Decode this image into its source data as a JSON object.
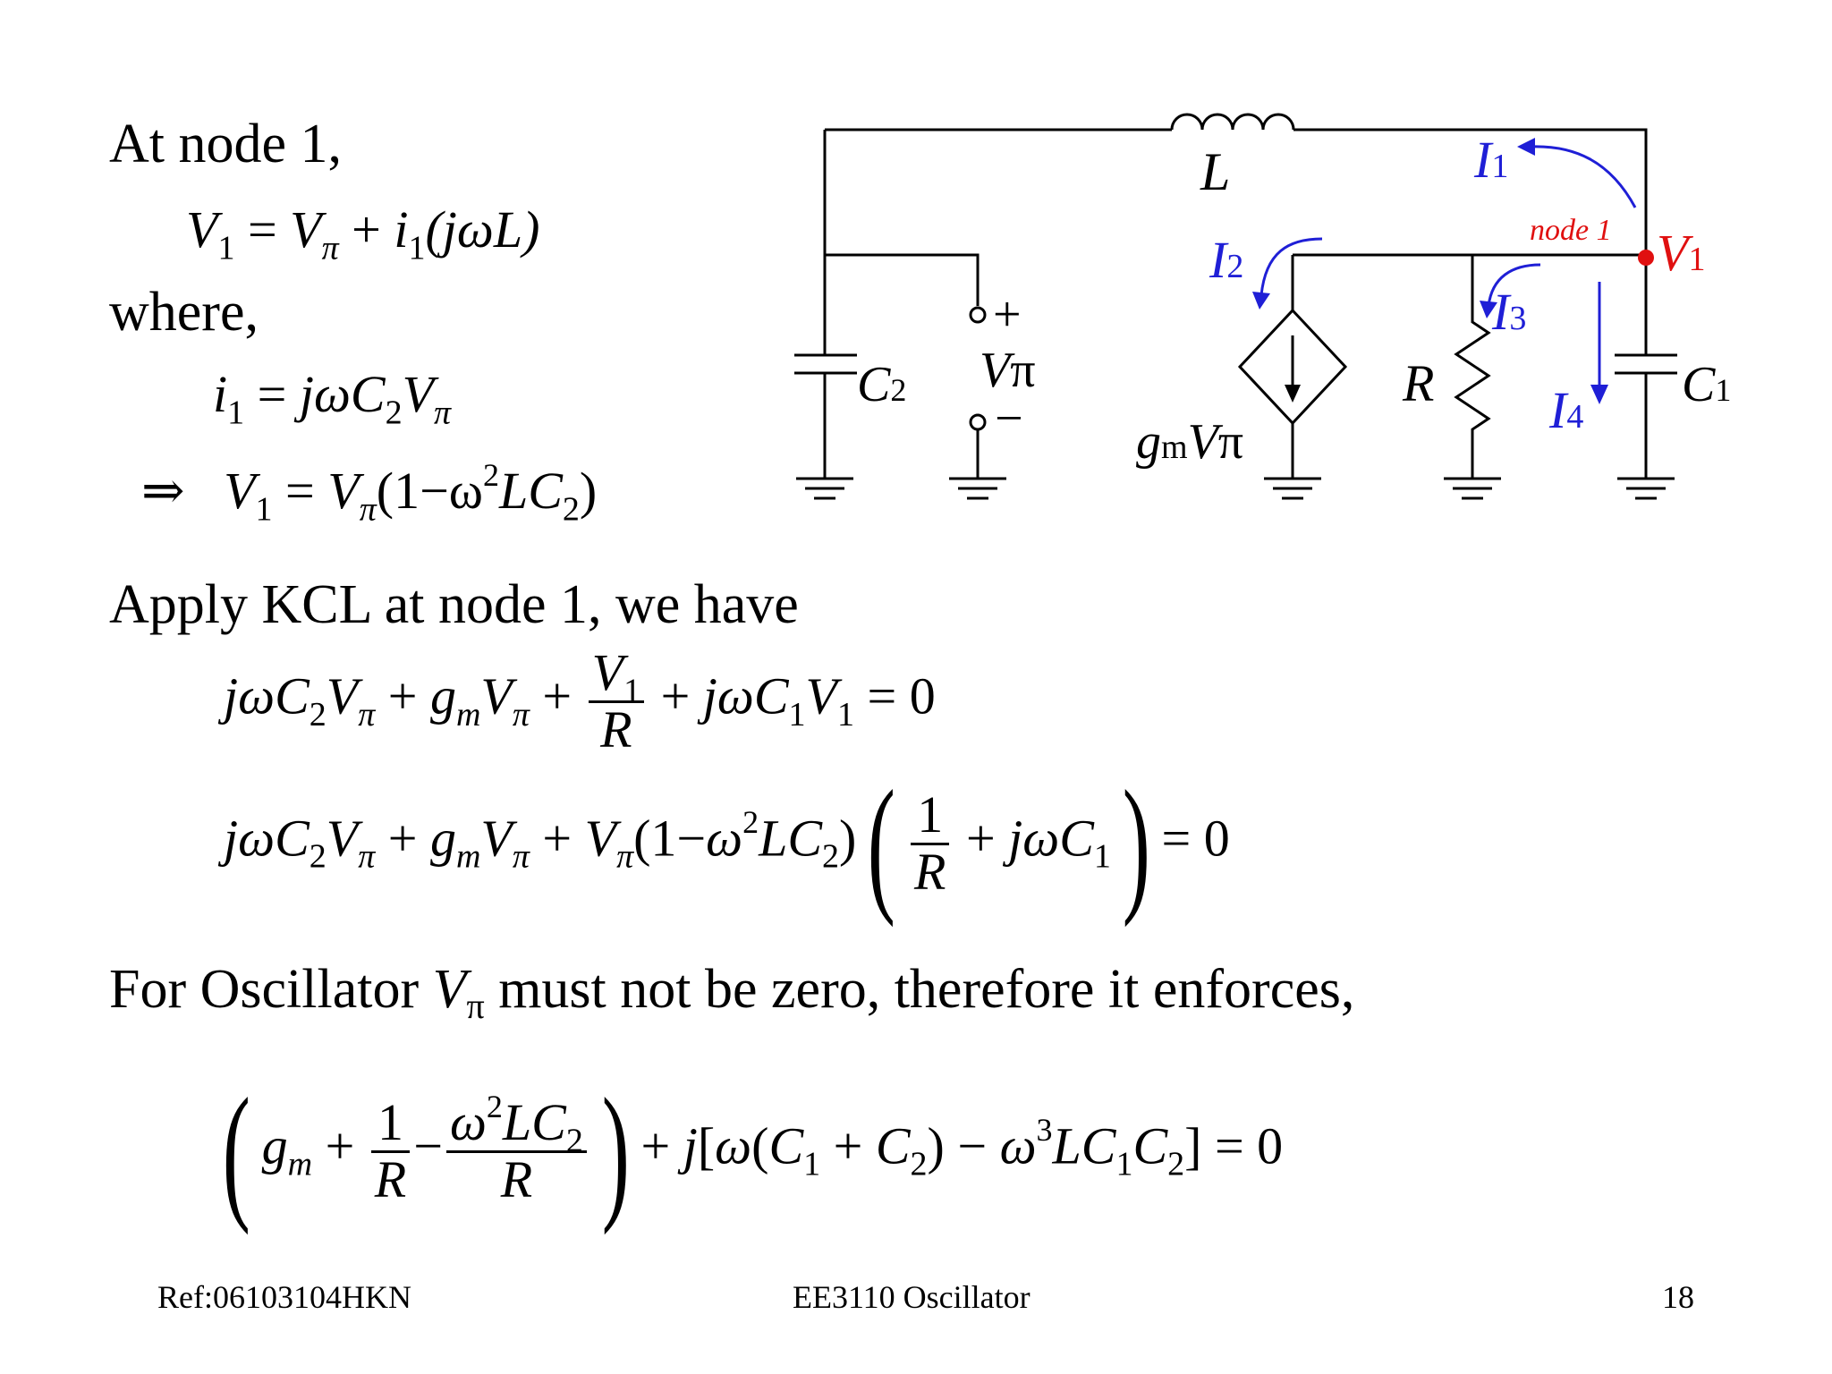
{
  "slide": {
    "heading_node1": "At node 1,",
    "eq1": {
      "lhs": "V",
      "lhs_sub": "1",
      "rhs_a": "V",
      "rhs_a_sub": "π",
      "rhs_b": "i",
      "rhs_b_sub": "1",
      "rhs_c": "(jωL)"
    },
    "where_label": "where,",
    "eq2": {
      "lhs": "i",
      "lhs_sub": "1",
      "rhs": "jωC",
      "rhs_sub": "2",
      "rhs_v": "V",
      "rhs_v_sub": "π"
    },
    "eq3": {
      "arrow": "⇒",
      "lhs": "V",
      "lhs_sub": "1",
      "rhs": "V",
      "rhs_sub": "π",
      "paren": "(1−ω",
      "sup": "2",
      "lc": "LC",
      "lc_sub": "2",
      "close": ")"
    },
    "heading_kcl": "Apply KCL at node 1, we have",
    "heading_osc_a": "For Oscillator",
    "heading_osc_v": "V",
    "heading_osc_vsub": "π",
    "heading_osc_b": "must not be zero, therefore it enforces,"
  },
  "circuit": {
    "label_L": "L",
    "label_C2": "C",
    "label_C2_sub": "2",
    "label_Vpi": "V",
    "label_Vpi_sub": "π",
    "label_plus": "+",
    "label_minus": "−",
    "label_gm": "g",
    "label_gm_sub": "m",
    "label_gm_v": "V",
    "label_gm_vsub": "π",
    "label_R": "R",
    "label_C1": "C",
    "label_C1_sub": "1",
    "label_I1": "I",
    "label_I1_sub": "1",
    "label_I2": "I",
    "label_I2_sub": "2",
    "label_I3": "I",
    "label_I3_sub": "3",
    "label_I4": "I",
    "label_I4_sub": "4",
    "label_node": "node 1",
    "label_V1": "V",
    "label_V1_sub": "1",
    "colors": {
      "wire": "#000000",
      "current": "#1f1fd6",
      "node": "#e01010"
    }
  },
  "footer": {
    "ref": "Ref:06103104HKN",
    "course": "EE3110 Oscillator",
    "page": "18"
  }
}
